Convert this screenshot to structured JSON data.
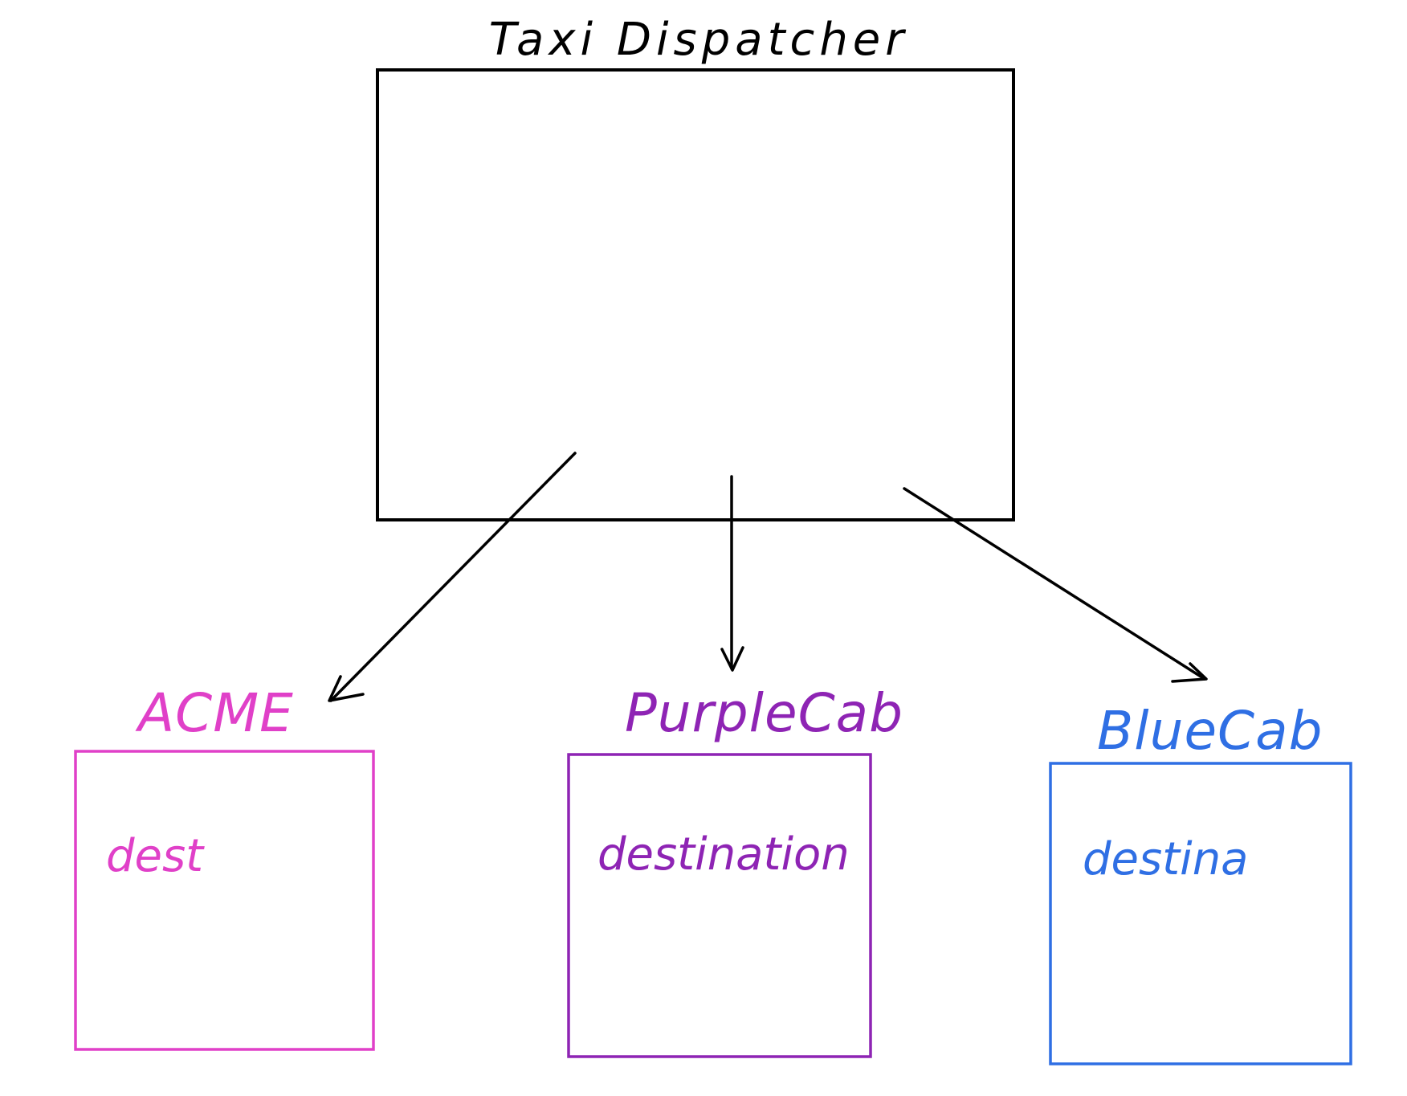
{
  "diagram": {
    "title": "Taxi Dispatcher",
    "dispatcher_color": "#000000",
    "companies": [
      {
        "name": "ACME",
        "field": "dest",
        "color": "#e040c8"
      },
      {
        "name": "PurpleCab",
        "field": "destination",
        "color": "#8e24b4"
      },
      {
        "name": "BlueCab",
        "field": "destina",
        "color": "#2f6fe4"
      }
    ],
    "edges": [
      {
        "from": "Taxi Dispatcher",
        "to": "ACME"
      },
      {
        "from": "Taxi Dispatcher",
        "to": "PurpleCab"
      },
      {
        "from": "Taxi Dispatcher",
        "to": "BlueCab"
      }
    ]
  }
}
